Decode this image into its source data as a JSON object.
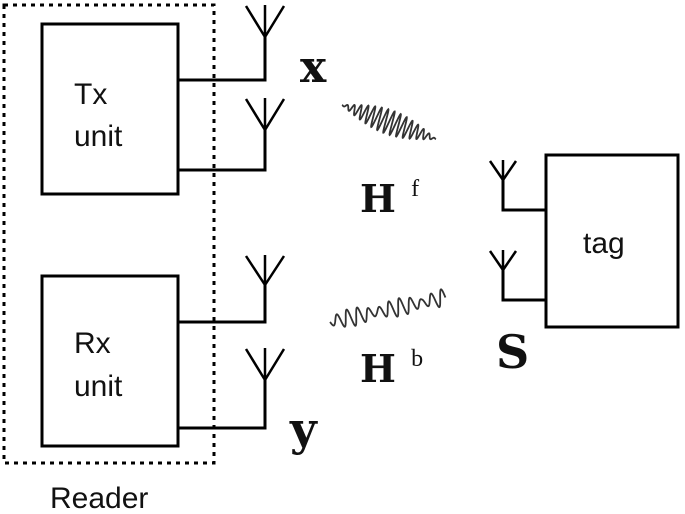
{
  "reader": {
    "label": "Reader",
    "tx_unit": {
      "line1": "Tx",
      "line2": "unit"
    },
    "rx_unit": {
      "line1": "Rx",
      "line2": "unit"
    }
  },
  "tag": {
    "label": "tag"
  },
  "symbols": {
    "transmit_signal": "x",
    "receive_signal": "y",
    "tag_signal": "S",
    "forward_channel": {
      "base": "H",
      "sup": "f"
    },
    "backward_channel": {
      "base": "H",
      "sup": "b"
    }
  },
  "colors": {
    "stroke": "#000000",
    "background": "#ffffff",
    "wave": "#333333"
  },
  "icons": {
    "antenna": "antenna-icon",
    "wave": "wave-icon"
  }
}
